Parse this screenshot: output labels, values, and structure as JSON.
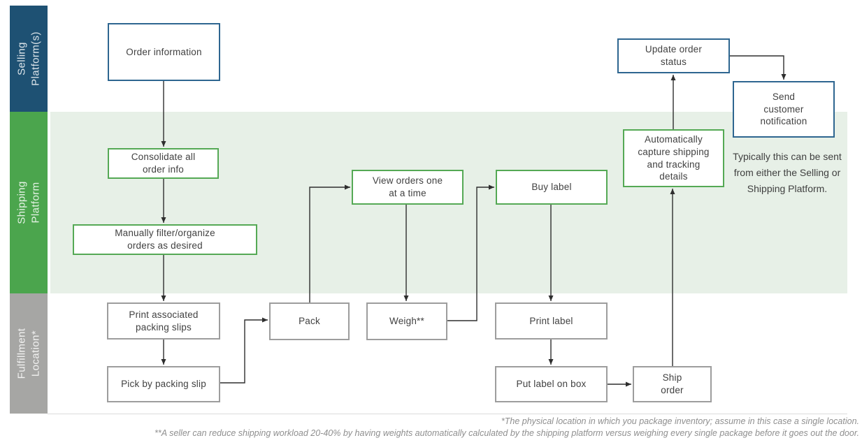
{
  "colors": {
    "lane-blue": "#1E5173",
    "lane-green": "#4BA54D",
    "lane-gray": "#A6A6A4",
    "band-green": "#E7F0E7",
    "border-blue": "#2E6690",
    "border-green": "#55A955",
    "border-gray": "#9D9D9D",
    "arrow": "#2E2E2E",
    "text": "#414141",
    "note-text": "#3F3F3F",
    "footnote": "#8F8F8F"
  },
  "lanes": {
    "selling": "Selling\nPlatform(s)",
    "shipping": "Shipping\nPlatform",
    "fulfillment": "Fulfillment\nLocation*"
  },
  "boxes": {
    "order_information": "Order information",
    "consolidate": "Consolidate all\norder info",
    "manually_filter": "Manually filter/organize\norders as desired",
    "print_packing_slips": "Print associated\npacking slips",
    "pick_by_packing_slip": "Pick by packing slip",
    "pack": "Pack",
    "view_orders": "View orders one\nat a time",
    "weigh": "Weigh**",
    "buy_label": "Buy label",
    "print_label": "Print label",
    "put_label_on_box": "Put label on box",
    "ship_order": "Ship\norder",
    "auto_capture": "Automatically\ncapture shipping\nand tracking\ndetails",
    "update_order_status": "Update order\nstatus",
    "send_customer_notification": "Send\ncustomer\nnotification"
  },
  "notes": {
    "side_note": "Typically this can be sent\nfrom either the Selling or\nShipping Platform.",
    "footnote1": "*The physical location in which you package inventory; assume in this case a single location.",
    "footnote2": "**A seller can reduce shipping workload 20-40% by having weights automatically calculated by the shipping platform versus weighing every single package before it goes out the door."
  }
}
